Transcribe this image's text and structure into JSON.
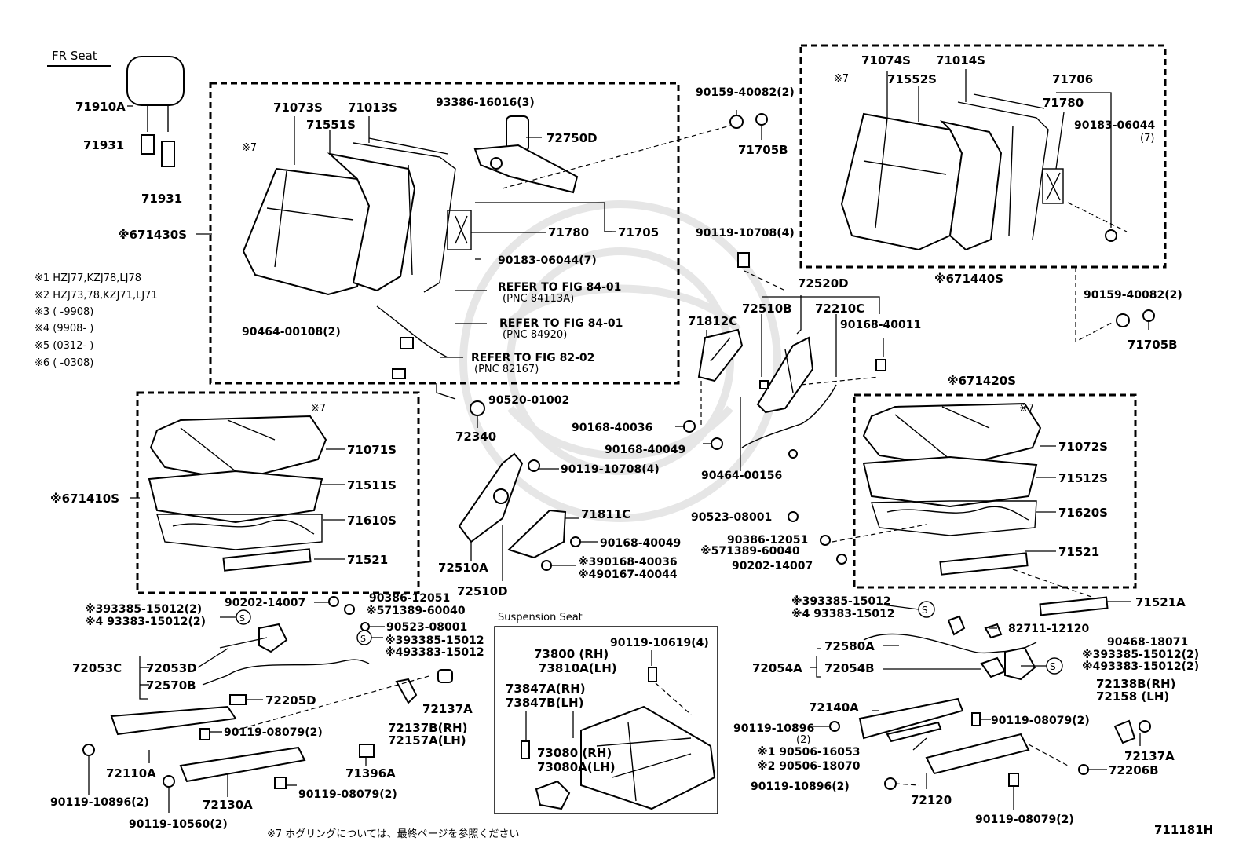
{
  "diagram_id": "711181H",
  "section_title": "FR Seat",
  "suspension_title": "Suspension Seat",
  "note7": "※7 ホグリングについては、最終ページを参照ください",
  "legend": [
    "※1  HZJ77,KZJ78,LJ78",
    "※2  HZJ73,78,KZJ71,LJ71",
    "※3  (         -9908)",
    "※4  (9908-         )",
    "※5  (0312-         )",
    "※6  (         -0308)"
  ],
  "refs": {
    "r1": "REFER TO FIG 84-01",
    "r1b": "(PNC 84113A)",
    "r2": "REFER TO FIG 84-01",
    "r2b": "(PNC 84920)",
    "r3": "REFER TO FIG 82-02",
    "r3b": "(PNC 82167)"
  },
  "parts": {
    "p71910A": "71910A",
    "p71931a": "71931",
    "p71931b": "71931",
    "p71430S": "※671430S",
    "p71073S": "71073S",
    "p71013S": "71013S",
    "p71551S": "71551S",
    "p93386": "93386-16016(3)",
    "p72750D": "72750D",
    "p71780": "71780",
    "p71705": "71705",
    "p90183a": "90183-06044(7)",
    "p90464a": "90464-00108(2)",
    "p90520": "90520-01002",
    "p72340": "72340",
    "x7a": "※7",
    "x7b": "※7",
    "x7c": "※7",
    "x7d": "※7",
    "p71410S": "※671410S",
    "p71071S": "71071S",
    "p71511S": "71511S",
    "p71610S": "71610S",
    "p71521a": "71521",
    "p90202a": "90202-14007",
    "p90386a": "90386-12051",
    "p71389a": "※571389-60040",
    "p93385a": "※393385-15012(2)",
    "p93383a": "※4 93383-15012(2)",
    "p90523a": "90523-08001",
    "p93385b": "※393385-15012",
    "p93383b": "※493383-15012",
    "p72053C": "72053C",
    "p72053D": "72053D",
    "p72570B": "72570B",
    "p72205D": "72205D",
    "p72137A": "72137A",
    "p72137B": "72137B(RH)",
    "p72157A": "72157A(LH)",
    "p90119a": "90119-08079(2)",
    "p72110A": "72110A",
    "p71396A": "71396A",
    "p90119b": "90119-10896(2)",
    "p72130A": "72130A",
    "p90119c": "90119-08079(2)",
    "p90119d": "90119-10560(2)",
    "p90159a": "90159-40082(2)",
    "p71705Ba": "71705B",
    "p90119e": "90119-10708(4)",
    "p71812C": "71812C",
    "p72520D": "72520D",
    "p72510B": "72510B",
    "p72210C": "72210C",
    "p90168a": "90168-40011",
    "p90168b": "90168-40036",
    "p90168c": "90168-40049",
    "p90464b": "90464-00156",
    "p90119f": "90119-10708(4)",
    "p72510A": "72510A",
    "p72510D": "72510D",
    "p71811C": "71811C",
    "p90168d": "90168-40049",
    "p90168e": "※390168-40036",
    "p90167": "※490167-40044",
    "p73800": "73800 (RH)",
    "p73810A": "73810A(LH)",
    "p73847A": "73847A(RH)",
    "p73847B": "73847B(LH)",
    "p73080": "73080  (RH)",
    "p73080A": "73080A(LH)",
    "p90119g": "90119-10619(4)",
    "p71074S": "71074S",
    "p71014S": "71014S",
    "p71552S": "71552S",
    "p71706": "71706",
    "p71780b": "71780",
    "p90183b": "90183-06044",
    "p90183b2": "(7)",
    "p71440S": "※671440S",
    "p90159b": "90159-40082(2)",
    "p71705Bb": "71705B",
    "p71420S": "※671420S",
    "p71072S": "71072S",
    "p71512S": "71512S",
    "p71620S": "71620S",
    "p71521b": "71521",
    "p71521A": "71521A",
    "p90523b": "90523-08001",
    "p90386b": "90386-12051",
    "p71389b": "※571389-60040",
    "p90202b": "90202-14007",
    "p93385c": "※393385-15012",
    "p93383c": "※4 93383-15012",
    "p82711": "82711-12120",
    "p90468": "90468-18071",
    "p93385d": "※393385-15012(2)",
    "p93383d": "※493383-15012(2)",
    "p72580A": "72580A",
    "p72054A": "72054A",
    "p72054B": "72054B",
    "p72138B": "72138B(RH)",
    "p72158": "72158  (LH)",
    "p72140A": "72140A",
    "p90119h": "90119-10896",
    "p90119h2": "(2)",
    "p90119i": "90119-08079(2)",
    "p90506a": "※1 90506-16053",
    "p90506b": "※2 90506-18070",
    "p72137Ab": "72137A",
    "p72206B": "72206B",
    "p90119j": "90119-10896(2)",
    "p72120": "72120",
    "p90119k": "90119-08079(2)"
  }
}
